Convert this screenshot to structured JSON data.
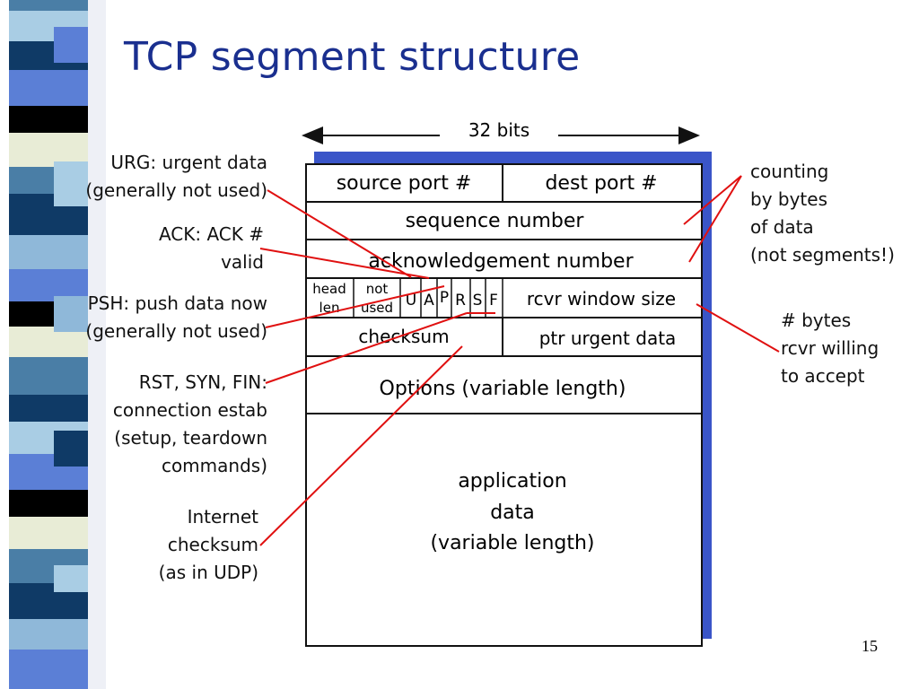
{
  "slide": {
    "title": "TCP segment structure",
    "page_number": "15",
    "colors": {
      "title": "#1a2f8f",
      "frame_shadow": "#3a55c8",
      "leader_lines": "#e01010",
      "stripe_palette": [
        "#4a7ea6",
        "#0f3a66",
        "#a9cde4",
        "#5b7fd6",
        "#000000",
        "#e8ecd6",
        "#8fb8d9"
      ]
    }
  },
  "header": {
    "bits_label": "32 bits"
  },
  "segment": {
    "row1": {
      "source_port": "source port #",
      "dest_port": "dest port #"
    },
    "sequence_number": "sequence number",
    "ack_number": "acknowledgement number",
    "row4": {
      "head_len": [
        "head",
        "len"
      ],
      "not_used": [
        "not",
        "used"
      ],
      "flags": [
        "U",
        "A",
        "P",
        "R",
        "S",
        "F"
      ],
      "window": "rcvr window size"
    },
    "row5": {
      "checksum": "checksum",
      "urgent_ptr": "ptr urgent data"
    },
    "options": "Options (variable length)",
    "app_data": [
      "application",
      "data",
      "(variable length)"
    ]
  },
  "annotations": {
    "urg": [
      "URG: urgent data",
      "(generally not used)"
    ],
    "ack": [
      "ACK: ACK #",
      "valid"
    ],
    "psh": [
      "PSH: push data now",
      "(generally not used)"
    ],
    "rst": [
      "RST, SYN, FIN:",
      "connection estab",
      "(setup, teardown",
      "commands)"
    ],
    "cksum": [
      "Internet",
      "checksum",
      "(as in UDP)"
    ],
    "counting": [
      "counting",
      "by bytes",
      "of data",
      "(not segments!)"
    ],
    "window": [
      "# bytes",
      "rcvr willing",
      "to accept"
    ]
  }
}
